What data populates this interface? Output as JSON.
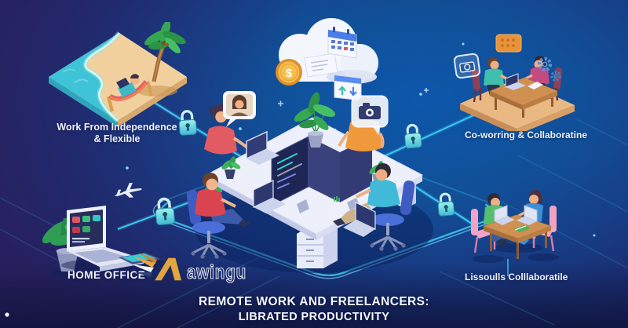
{
  "title": {
    "line1": "REMOTE WORK AND FREELANCERS:",
    "line2": "LIBRATED PRODUCTIVITY"
  },
  "logo": {
    "text": "awingu"
  },
  "scenes": {
    "beach": {
      "label_line1": "Work From Independence",
      "label_line2": "& Flexible"
    },
    "cloud": {
      "coin_symbol": "$"
    },
    "coworking": {
      "label": "Co-worring & Collaboratine"
    },
    "home_office": {
      "label": "HOME OFFICE"
    },
    "collaboration": {
      "label": "Lissoulls Colllaboratile"
    }
  },
  "colors": {
    "background_azure": "#0e57ab",
    "background_indigo": "#241f5c",
    "line_cyan": "#3ecdf4",
    "lock_teal": "#7ceae2",
    "sand": "#f2d09e",
    "water": "#3fc3d6",
    "gold": "#e8a63d",
    "text_white": "#f4f7ff"
  }
}
